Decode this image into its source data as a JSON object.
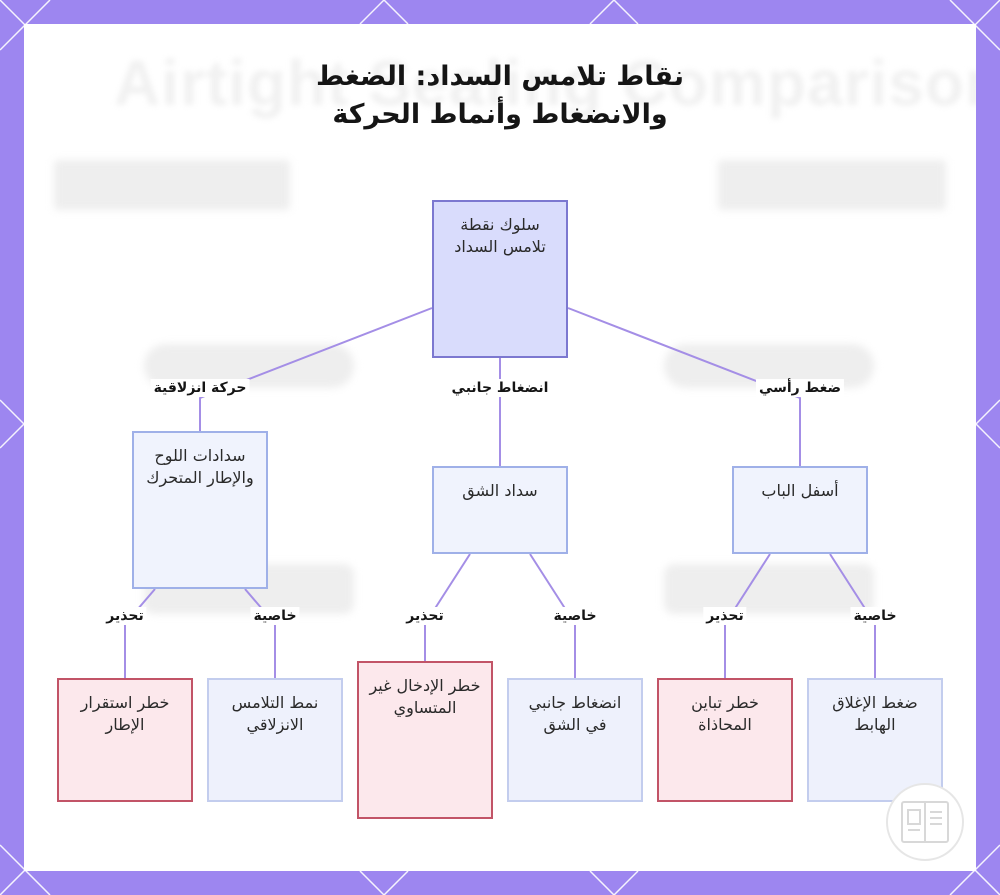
{
  "title_line1": "نقاط تلامس السداد: الضغط",
  "title_line2": "والانضغاط وأنماط الحركة",
  "background_text": "Airtight Sealing Comparison",
  "colors": {
    "frame": "#9d86f0",
    "edge": "#a48ee6",
    "root_fill": "#d9dcfc",
    "warning_border": "#c25467"
  },
  "nodes": {
    "root": "سلوك نقطة تلامس السداد",
    "mid_door": "أسفل الباب",
    "mid_slot": "سداد الشق",
    "mid_slide": "سدادات اللوح والإطار المتحرك",
    "prop_door": "ضغط الإغلاق الهابط",
    "warn_door": "خطر تباين المحاذاة",
    "prop_slot": "انضغاط جانبي في الشق",
    "warn_slot": "خطر الإدخال غير المتساوي",
    "prop_slide": "نمط التلامس الانزلاقي",
    "warn_slide": "خطر استقرار الإطار"
  },
  "edge_labels": {
    "vertical_press": "ضغط رأسي",
    "lateral_compression": "انضغاط جانبي",
    "sliding_motion": "حركة انزلاقية",
    "property_door": "خاصية",
    "warning_door": "تحذير",
    "property_slot": "خاصية",
    "warning_slot": "تحذير",
    "property_slide": "خاصية",
    "warning_slide": "تحذير"
  }
}
